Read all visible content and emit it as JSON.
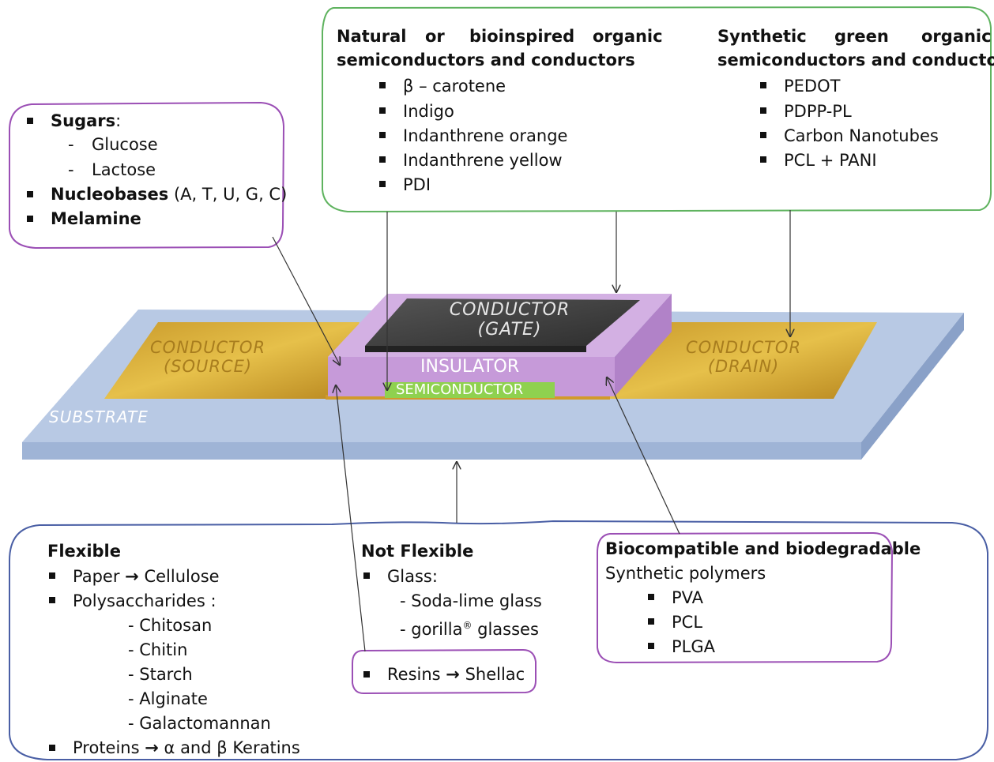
{
  "device": {
    "substrate": "SUBSTRATE",
    "source": [
      "CONDUCTOR",
      "(SOURCE)"
    ],
    "drain": [
      "CONDUCTOR",
      "(DRAIN)"
    ],
    "gate": [
      "CONDUCTOR",
      "(GATE)"
    ],
    "insulator": "INSULATOR",
    "semiconductor": "SEMICONDUCTOR"
  },
  "natural_box": {
    "heading_words": [
      "Natural",
      "or",
      "bioinspired",
      "organic"
    ],
    "heading_line2": "semiconductors and conductors",
    "items": [
      "β – carotene",
      "Indigo",
      "Indanthrene orange",
      "Indanthrene yellow",
      "PDI"
    ]
  },
  "synthetic_box": {
    "heading_words": [
      "Synthetic",
      "green",
      "organic"
    ],
    "heading_line2": "semiconductors and conductors",
    "items": [
      "PEDOT",
      "PDPP-PL",
      "Carbon Nanotubes",
      "PCL + PANI"
    ]
  },
  "sugars_box": {
    "sugars": "Sugars",
    "sugars_colon": ":",
    "glucose": "Glucose",
    "lactose": "Lactose",
    "nucleobases": "Nucleobases",
    "nucleobases_rest": "(A, T, U, G, C)",
    "melamine": "Melamine",
    "dash": "-"
  },
  "substrate_box": {
    "flexible": {
      "heading": "Flexible",
      "paper": "Paper",
      "cellulose": "Cellulose",
      "polysaccharides": "Polysaccharides :",
      "subitems": [
        "- Chitosan",
        "- Chitin",
        "- Starch",
        "- Alginate",
        "- Galactomannan"
      ],
      "proteins": "Proteins",
      "keratins": "α and β Keratins"
    },
    "not_flexible": {
      "heading": "Not Flexible",
      "glass": "Glass:",
      "soda": "- Soda-lime glass",
      "gorilla": "- gorilla",
      "gorilla_mark": "®",
      "gorilla_rest": " glasses",
      "resins": "Resins",
      "shellac": "Shellac"
    },
    "bio": {
      "heading": "Biocompatible and biodegradable",
      "sub": "Synthetic polymers",
      "items": [
        "PVA",
        "PCL",
        "PLGA"
      ]
    }
  },
  "colors": {
    "green_outline": "#5fb35f",
    "purple_outline": "#9b4fb5",
    "blue_outline": "#4a5fa5",
    "substrate": "#b3c6e3",
    "gold": "#d4a32a",
    "insulator": "#c9a3da",
    "gate": "#4a4a4a",
    "semiconductor": "#8fd14f"
  }
}
